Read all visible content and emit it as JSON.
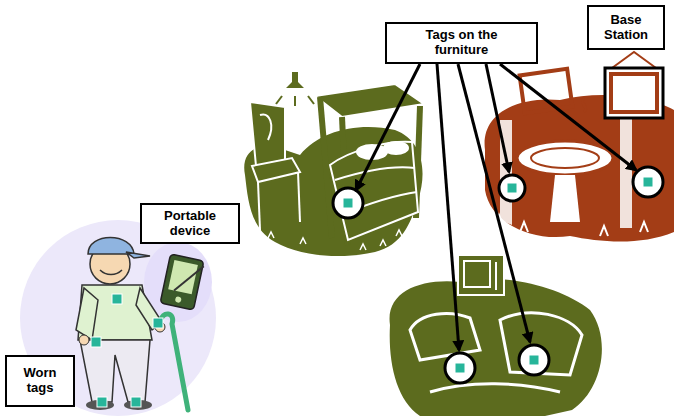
{
  "diagram": {
    "nodes": [
      {
        "text": [
          "Tags on the furniture"
        ]
      },
      {
        "text": [
          "Base Station"
        ]
      },
      {
        "text": [
          "Portable device"
        ]
      },
      {
        "text": [
          "Worn tags"
        ]
      }
    ]
  }
}
